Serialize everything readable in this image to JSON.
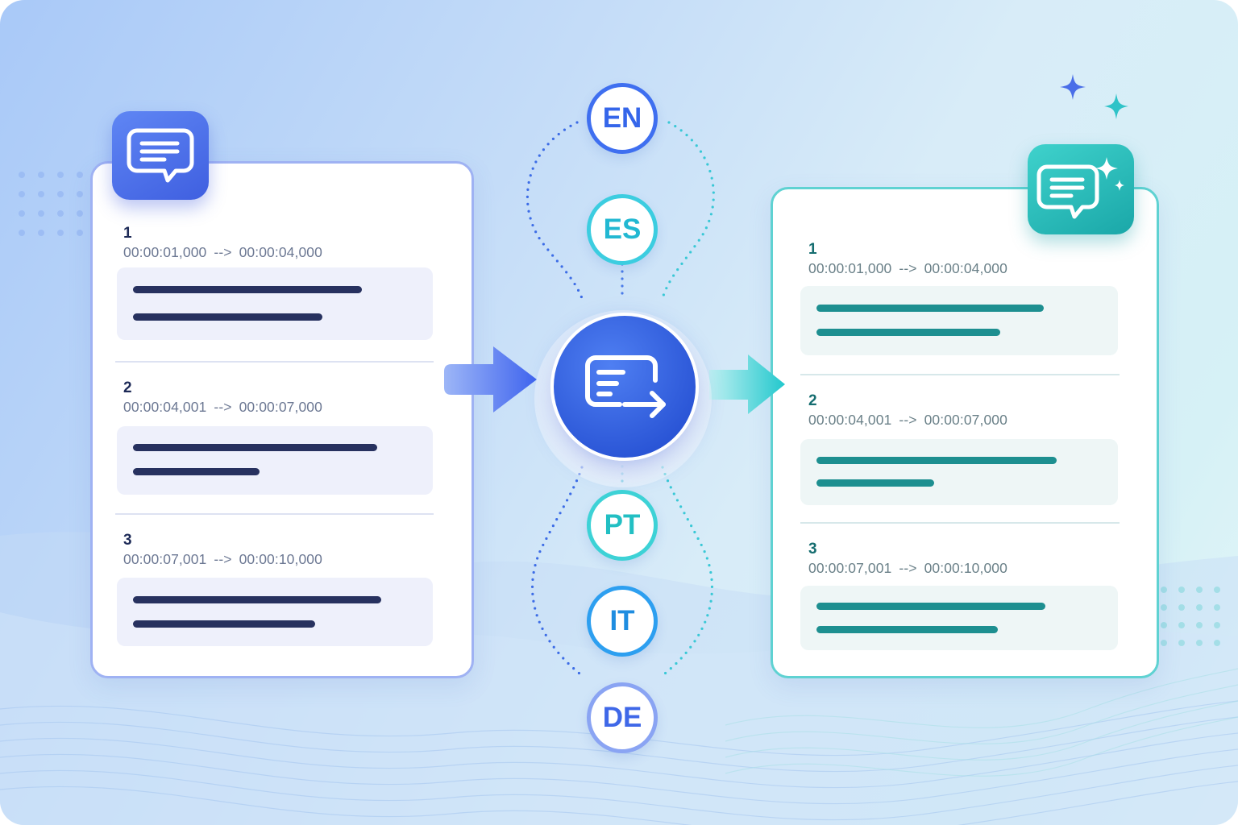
{
  "source_panel": {
    "entries": [
      {
        "index": "1",
        "start": "00:00:01,000",
        "arrow": "-->",
        "end": "00:00:04,000"
      },
      {
        "index": "2",
        "start": "00:00:04,001",
        "arrow": "-->",
        "end": "00:00:07,000"
      },
      {
        "index": "3",
        "start": "00:00:07,001",
        "arrow": "-->",
        "end": "00:00:10,000"
      }
    ]
  },
  "target_panel": {
    "entries": [
      {
        "index": "1",
        "start": "00:00:01,000",
        "arrow": "-->",
        "end": "00:00:04,000"
      },
      {
        "index": "2",
        "start": "00:00:04,001",
        "arrow": "-->",
        "end": "00:00:07,000"
      },
      {
        "index": "3",
        "start": "00:00:07,001",
        "arrow": "-->",
        "end": "00:00:10,000"
      }
    ]
  },
  "languages": [
    "EN",
    "ES",
    "PT",
    "IT",
    "DE"
  ],
  "icons": {
    "source_badge": "subtitle-chat-icon",
    "target_badge": "subtitle-chat-sparkle-icon",
    "hub": "translate-text-arrow-icon",
    "decorations": "sparkle-icon"
  },
  "colors": {
    "source_accent": "#4a6cf0",
    "target_accent": "#1fb5b5",
    "source_text_lines": "#27315f",
    "target_text_lines": "#1d8f90"
  }
}
